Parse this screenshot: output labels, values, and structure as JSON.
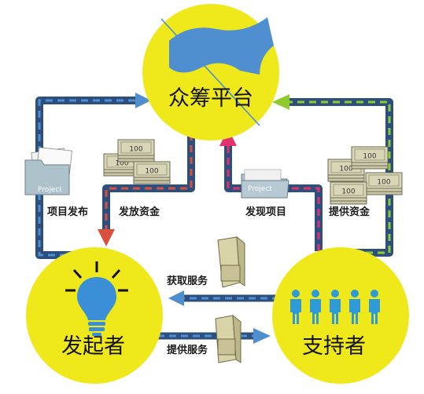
{
  "nodes": {
    "platform": "众筹平台",
    "initiator": "发起者",
    "supporter": "支持者"
  },
  "flows": {
    "project_publish": "项目发布",
    "release_funds": "发放资金",
    "discover_project": "发现项目",
    "provide_funds": "提供资金",
    "get_service": "获取服务",
    "provide_service": "提供服务"
  },
  "folder_tab_text": "Project",
  "bill_text": "100",
  "colors": {
    "circle": "#efe81a",
    "path_dark": "#2d4f7e",
    "path_blue": "#4f8fd0",
    "arrow_green": "#8fcb2f",
    "arrow_blue": "#4f8fd0",
    "arrow_red": "#d9503f",
    "arrow_pink": "#e2326e",
    "people": "#2e9ad8",
    "bulb": "#3b8fd6"
  },
  "icons": [
    "wave-logo",
    "light-bulb-icon",
    "people-group-icon",
    "project-folder-icon",
    "money-stack-icon",
    "service-box-icon"
  ]
}
